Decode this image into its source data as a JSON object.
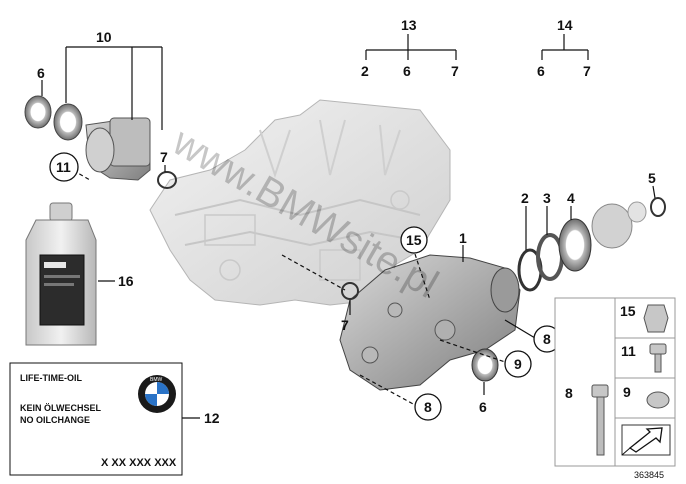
{
  "callouts": {
    "c1": "1",
    "c2": "2",
    "c3": "3",
    "c4": "4",
    "c5": "5",
    "c6": "6",
    "c7": "7",
    "c8": "8",
    "c9": "9",
    "c10": "10",
    "c11": "11",
    "c12": "12",
    "c13": "13",
    "c14": "14",
    "c15": "15",
    "c16": "16"
  },
  "groups": {
    "g13_items": [
      "2",
      "6",
      "7"
    ],
    "g14_items": [
      "6",
      "7"
    ]
  },
  "sticker": {
    "line1": "LIFE-TIME-OIL",
    "line2": "KEIN ÖLWECHSEL",
    "line3": "NO OILCHANGE",
    "code": "X XX XXX XXX",
    "logo_text": "BMW"
  },
  "legend": {
    "l15": "15",
    "l11": "11",
    "l8": "8",
    "l9": "9"
  },
  "watermark": "www.BMWsite.pl",
  "diagram_id": "363845",
  "colors": {
    "part_light": "#e6e6e6",
    "part_mid": "#c4c4c4",
    "part_dark": "#8a8a8a",
    "line": "#111111"
  }
}
